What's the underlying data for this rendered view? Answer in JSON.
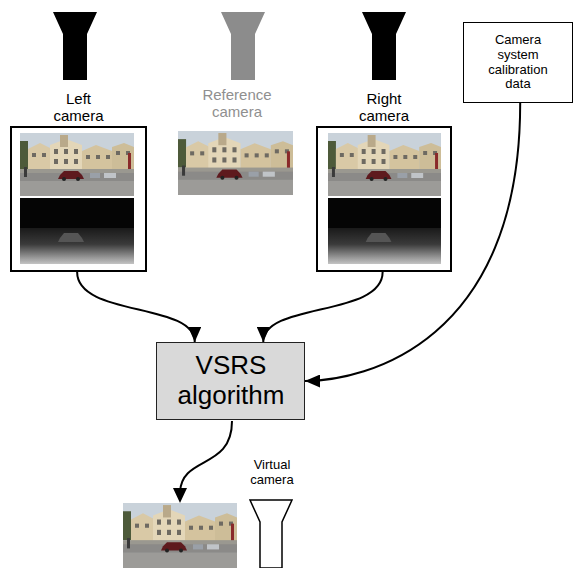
{
  "diagram": {
    "nodes": [
      {
        "text": [
          "Left camera"
        ]
      },
      {
        "text": [
          "Right camera"
        ]
      },
      {
        "text": [
          "Camera system calibration data"
        ]
      },
      {
        "text": [
          "VSRS algorithm"
        ]
      }
    ],
    "edges": [
      {
        "from": 0,
        "to": 3,
        "arrow": "to"
      },
      {
        "from": 1,
        "to": 3,
        "arrow": "to"
      },
      {
        "from": 2,
        "to": 3,
        "arrow": "to"
      }
    ],
    "labels": [
      "Reference camera",
      "Virtual camera"
    ]
  }
}
